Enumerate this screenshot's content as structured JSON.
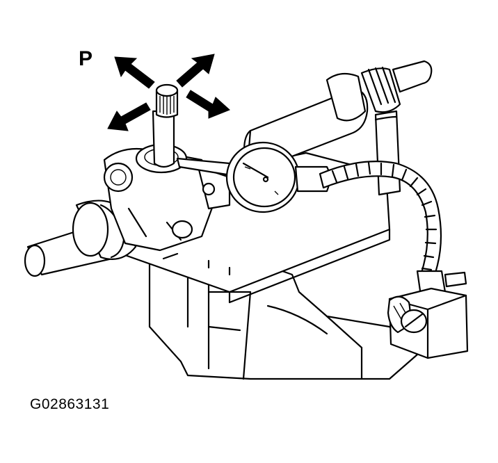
{
  "labels": {
    "direction": "P",
    "figure_id": "G02863131"
  },
  "colors": {
    "line": "#000000",
    "background": "#ffffff"
  },
  "parts": [
    "steering-rack-housing",
    "pinion-shaft",
    "dial-indicator",
    "flexible-arm",
    "magnetic-base",
    "bench-vise",
    "direction-arrows"
  ]
}
